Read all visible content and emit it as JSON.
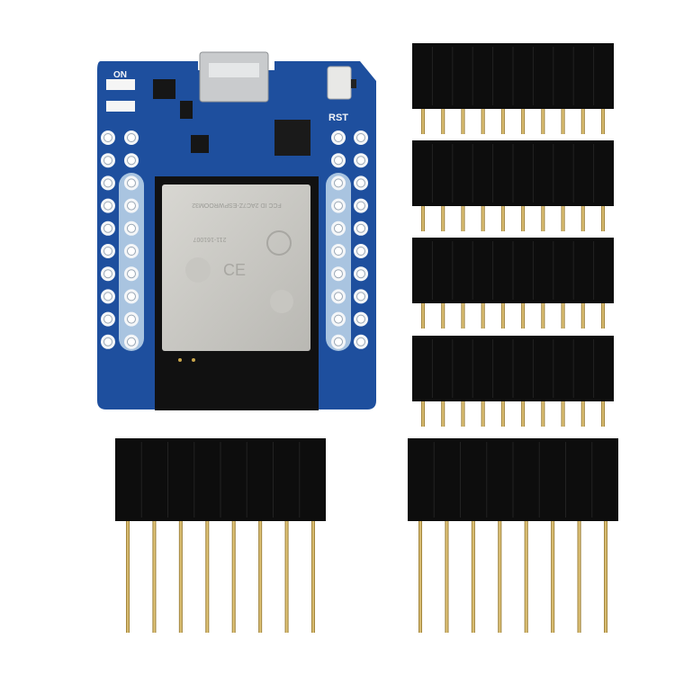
{
  "board": {
    "led_label": "ON",
    "reset_label": "RST",
    "module_fcc": "FCC ID 2AC7Z-ESPWROOM32",
    "module_code": "211-161007",
    "pcb_color": "#1e4f9e",
    "pin_rows": 10
  },
  "headers": {
    "short": {
      "count": 4,
      "pins": 10
    },
    "long": {
      "count": 2,
      "pins": 8
    },
    "body_color": "#0d0d0d",
    "pin_color": "#c9a64a"
  }
}
